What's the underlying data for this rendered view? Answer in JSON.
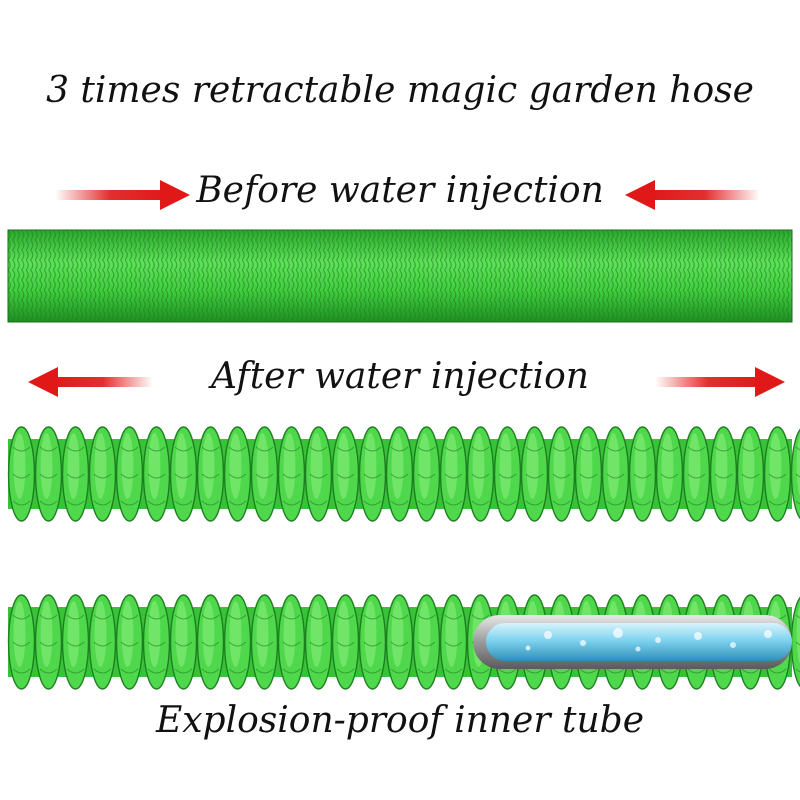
{
  "title": "3 times retractable magic garden hose",
  "labels": {
    "before": "Before water injection",
    "after": "After water injection",
    "inner_tube": "Explosion-proof inner tube"
  },
  "colors": {
    "hose_green": "#3fcf3f",
    "hose_dark": "#1f8f22",
    "arrow_red": "#e01818",
    "tube_blue": "#7fd4f0"
  },
  "icons": [
    "arrow-right-icon",
    "arrow-left-icon"
  ]
}
